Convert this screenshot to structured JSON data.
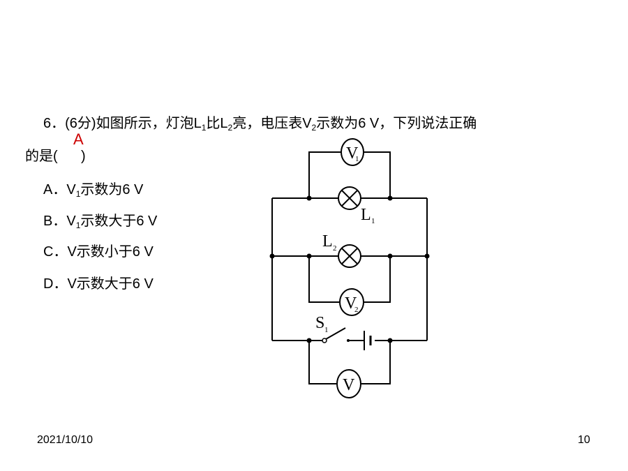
{
  "question": {
    "line1_a": "6．(6分)如图所示，灯泡L",
    "line1_sub1": "1",
    "line1_b": "比L",
    "line1_sub2": "2",
    "line1_c": "亮，电压表V",
    "line1_sub3": "2",
    "line1_d": "示数为6 V，下列说法正确",
    "line2": "的是(      )",
    "answer": "A"
  },
  "options": {
    "a_pre": "A．V",
    "a_sub": "1",
    "a_post": "示数为6 V",
    "b_pre": "B．V",
    "b_sub": "1",
    "b_post": "示数大于6 V",
    "c": "C．V示数小于6 V",
    "d": "D．V示数大于6 V"
  },
  "circuit": {
    "v1_letter": "V",
    "v1_sub": "1",
    "l1_letter": "L",
    "l1_sub": "1",
    "l2_letter": "L",
    "l2_sub": "2",
    "v2_letter": "V",
    "v2_sub": "2",
    "s1_letter": "S",
    "s1_sub": "1",
    "v_letter": "V"
  },
  "footer": {
    "date": "2021/10/10",
    "page": "10"
  }
}
